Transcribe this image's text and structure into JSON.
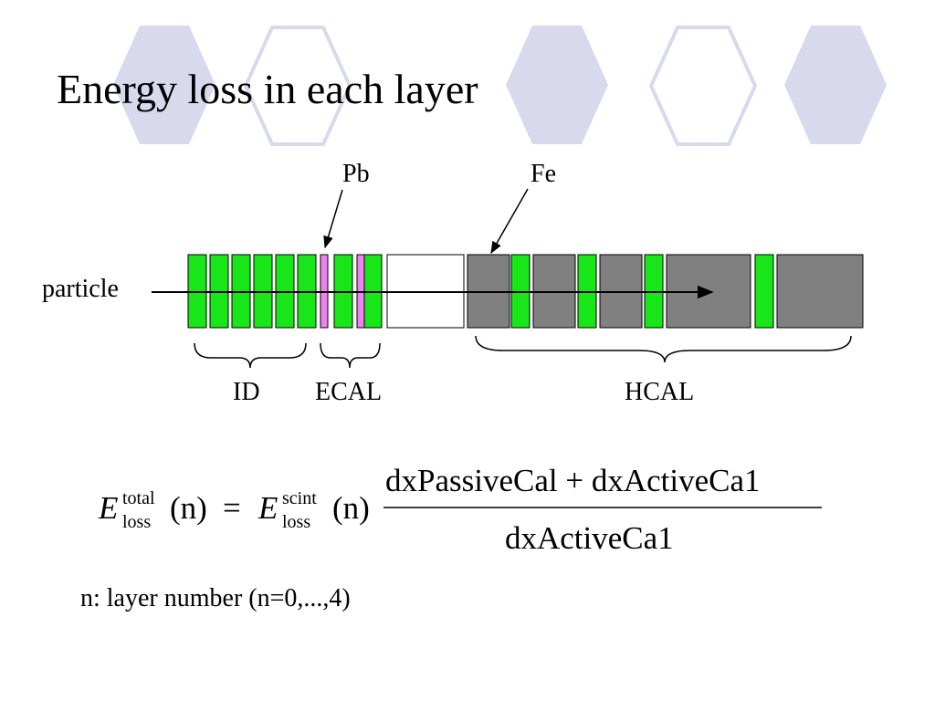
{
  "slide": {
    "title": "Energy loss in each layer",
    "footnote": "n: layer number (n=0,...,4)"
  },
  "diagram": {
    "particle_label": "particle",
    "callouts": {
      "pb": "Pb",
      "fe": "Fe"
    },
    "groups": {
      "id": "ID",
      "ecal": "ECAL",
      "hcal": "HCAL"
    }
  },
  "formula": {
    "lhs_symbol": "E",
    "lhs_sup": "total",
    "lhs_sub": "loss",
    "lhs_arg": "(n)",
    "equals": "=",
    "rhs_symbol": "E",
    "rhs_sup": "scint",
    "rhs_sub": "loss",
    "rhs_arg": "(n)",
    "numerator": "dxPassiveCal + dxActiveCa1",
    "denominator": "dxActiveCa1"
  },
  "colors": {
    "hexagon_fill": "#d9d9ee",
    "hexagon_stroke": "#d9d9ee",
    "active_layer": "#19e619",
    "lead_layer": "#ee82ee",
    "iron_layer": "#808080",
    "empty_layer": "#ffffff"
  },
  "icons": {
    "arrow": "arrow-right-icon",
    "hexagon": "hexagon-icon"
  }
}
